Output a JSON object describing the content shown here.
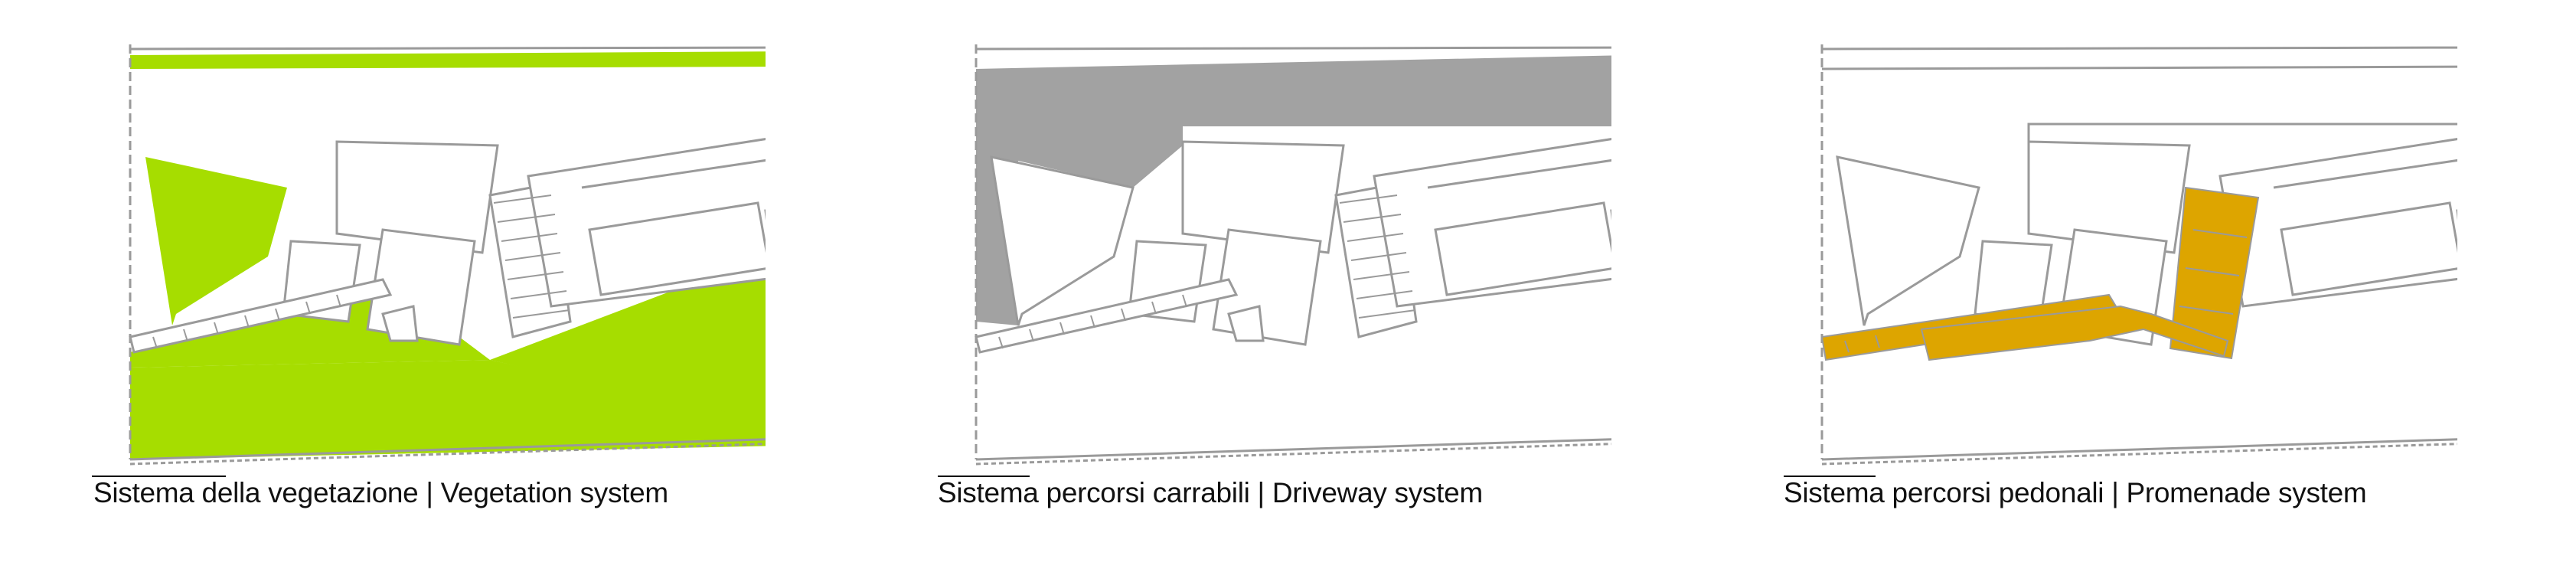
{
  "panels": [
    {
      "caption": "Sistema della vegetazione | Vegetation system",
      "highlight": "vegetation",
      "color": "#a6dd00"
    },
    {
      "caption": "Sistema percorsi carrabili | Driveway system",
      "highlight": "driveway",
      "color": "#a2a2a2"
    },
    {
      "caption": "Sistema percorsi pedonali | Promenade system",
      "highlight": "promenade",
      "color": "#dda500"
    }
  ],
  "line_color": "#9a9a9a"
}
